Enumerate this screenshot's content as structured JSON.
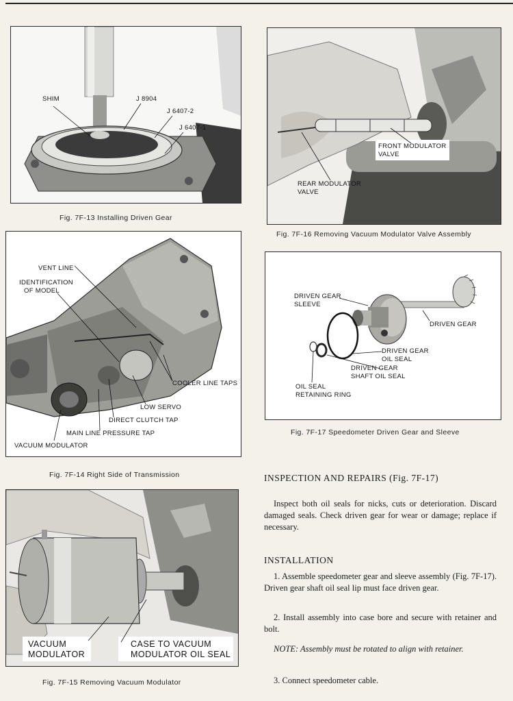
{
  "figures": {
    "f13": {
      "caption": "Fig. 7F-13 Installing Driven Gear",
      "labels": {
        "shim": "SHIM",
        "j8904": "J 8904",
        "j6407_2": "J 6407-2",
        "j6407_1": "J 6407-1"
      }
    },
    "f14": {
      "caption": "Fig. 7F-14 Right Side of Transmission",
      "labels": {
        "vent_line": "VENT LINE",
        "id_model_1": "IDENTIFICATION",
        "id_model_2": "OF MODEL",
        "cooler": "COOLER LINE TAPS",
        "low_servo": "LOW SERVO",
        "direct_clutch": "DIRECT CLUTCH TAP",
        "main_line": "MAIN LINE PRESSURE TAP",
        "vacuum_modulator": "VACUUM MODULATOR"
      }
    },
    "f15": {
      "caption": "Fig. 7F-15 Removing Vacuum Modulator",
      "labels": {
        "vacuum_1": "VACUUM",
        "vacuum_2": "MODULATOR",
        "case_1": "CASE TO VACUUM",
        "case_2": "MODULATOR OIL SEAL"
      }
    },
    "f16": {
      "caption": "Fig. 7F-16 Removing Vacuum Modulator Valve Assembly",
      "labels": {
        "front_1": "FRONT MODULATOR",
        "front_2": "VALVE",
        "rear_1": "REAR MODULATOR",
        "rear_2": "VALVE"
      }
    },
    "f17": {
      "caption": "Fig. 7F-17 Speedometer Driven Gear and Sleeve",
      "labels": {
        "sleeve_1": "DRIVEN GEAR",
        "sleeve_2": "SLEEVE",
        "driven_gear": "DRIVEN GEAR",
        "oil_seal_1": "DRIVEN GEAR",
        "oil_seal_2": "OIL SEAL",
        "shaft_seal_1": "DRIVEN GEAR",
        "shaft_seal_2": "SHAFT OIL SEAL",
        "ring_1": "OIL SEAL",
        "ring_2": "RETAINING RING"
      }
    }
  },
  "text": {
    "inspection_heading": "INSPECTION AND REPAIRS (Fig. 7F-17)",
    "inspection_body": "Inspect both oil seals for nicks, cuts or deterioration. Discard damaged seals. Check driven gear for wear or damage; replace if necessary.",
    "installation_heading": "INSTALLATION",
    "step1": "1. Assemble speedometer gear and sleeve assembly (Fig. 7F-17). Driven gear shaft oil seal lip must face driven gear.",
    "step2": "2. Install assembly into case bore and secure with retainer and bolt.",
    "note": "NOTE: Assembly must be rotated to align with retainer.",
    "step3": "3. Connect speedometer cable."
  }
}
